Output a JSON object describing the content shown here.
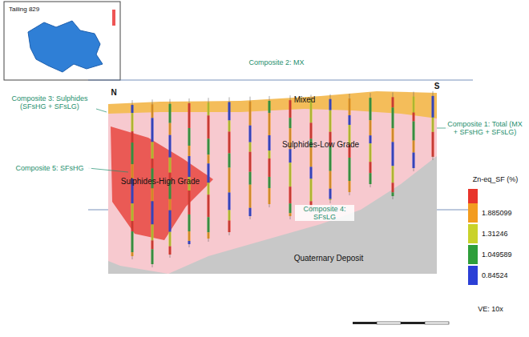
{
  "diagram": {
    "nodes": [
      {
        "text": [
          "Tailing 829"
        ]
      },
      {
        "text": [
          "Mixed"
        ]
      },
      {
        "text": [
          "Sulphides-Low Grade"
        ]
      },
      {
        "text": [
          "Sulphides-High Grade"
        ]
      },
      {
        "text": [
          "Quaternary Deposit"
        ]
      }
    ],
    "labels": [
      "N",
      "S",
      "Composite 2: MX",
      "Composite 3: Sulphides (SFsHG + SFsLG)",
      "Composite 5: SFsHG",
      "Composite 1: Total (MX + SFsHG + SFsLG)",
      "Composite 4: SFsLG",
      "Zn-eq_SF (%)",
      "VE: 10x"
    ],
    "legend": [
      {
        "text": "1.885099",
        "color": "#f39c1f"
      },
      {
        "text": "1.31246",
        "color": "#c9d22a"
      },
      {
        "text": "1.049589",
        "color": "#2e9e3a"
      },
      {
        "text": "0.84524",
        "color": "#2b3fd6"
      }
    ]
  }
}
